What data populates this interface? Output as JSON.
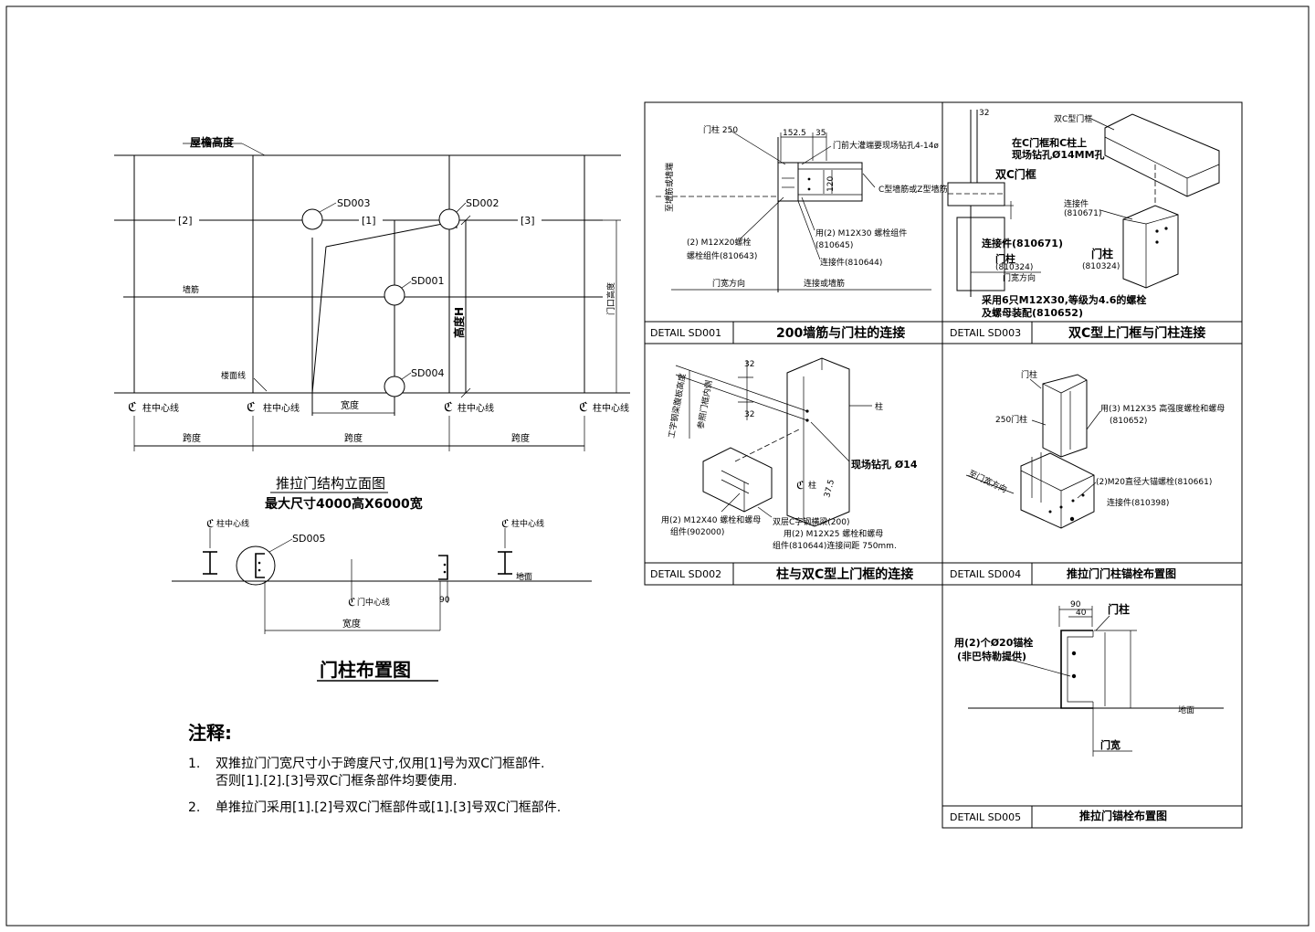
{
  "elevation": {
    "eave_height": "屋檐高度",
    "grid_labels": [
      "[2]",
      "[1]",
      "[3]"
    ],
    "details_ref": [
      "SD003",
      "SD002",
      "SD001",
      "SD004",
      "SD005"
    ],
    "girt": "墙筋",
    "floor_line": "楼面线",
    "height_h": "高度H",
    "side_height": "门口高度",
    "column_centerline": "柱中心线",
    "width": "宽度",
    "span": "跨度",
    "title": "推拉门结构立面图",
    "subtitle": "最大尺寸4000高X6000宽"
  },
  "plan": {
    "column_centerline": "柱中心线",
    "door_centerline": "门中心线",
    "width": "宽度",
    "dim_90": "90",
    "floor": "地面",
    "title": "门柱布置图"
  },
  "notes": {
    "heading": "注释:",
    "items": [
      {
        "num": "1.",
        "line1": "双推拉门门宽尺寸小于跨度尺寸,仅用[1]号为双C门框部件.",
        "line2": "否则[1].[2].[3]号双C门框条部件均要使用."
      },
      {
        "num": "2.",
        "line1": "单推拉门采用[1].[2]号双C门框部件或[1].[3]号双C门框部件.",
        "line2": ""
      }
    ]
  },
  "details": {
    "sd001": {
      "tag": "DETAIL SD001",
      "title": "200墙筋与门柱的连接",
      "post": "门柱 250",
      "dim_a": "152.5",
      "dim_b": "35",
      "hole": "门前大灌端要现场钻孔4-14ø",
      "girt_type": "C型墙筋或Z型墙筋",
      "bolt_a": "(2) M12X20螺栓",
      "bolt_a2": "螺栓组件(810643)",
      "bolt_b": "用(2) M12X30 螺栓组件",
      "bolt_b_code": "(810645)",
      "connector": "连接件(810644)",
      "door_dir": "门宽方向",
      "wall_dir": "连接或墙筋",
      "side_note": "至墙筋或墙端",
      "dim_120": "120"
    },
    "sd003": {
      "tag": "DETAIL SD003",
      "title": "双C型上门框与门柱连接",
      "dim_32": "32",
      "frame": "双C型门框",
      "drill": "在C门框和C柱上",
      "drill2": "现场钻孔Ø14MM孔",
      "frame2": "双C门框",
      "connector": "连接件",
      "connector_code": "(810671)",
      "connector2": "连接件(810671)",
      "post": "门柱",
      "post_code": "(810324)",
      "post2": "门柱",
      "post2_code": "(810324)",
      "door_dir": "门宽方向",
      "bolt": "采用6只M12X30,等级为4.6的螺栓",
      "bolt2": "及螺母装配(810652)"
    },
    "sd002": {
      "tag": "DETAIL SD002",
      "title": "柱与双C型上门框的连接",
      "dim_32a": "32",
      "dim_32b": "32",
      "column": "柱",
      "drill": "现场钻孔 Ø14",
      "dim_37": "37.5",
      "col_c": "柱",
      "side1": "工字钢梁腹板高度",
      "side2": "参照门框内侧",
      "bolt": "用(2) M12X40 螺栓和螺母",
      "bolt_code": "组件(902000)",
      "beam": "双层C字钢横梁(200)",
      "bolt2": "用(2) M12X25 螺栓和螺母",
      "bolt2_code": "组件(810644)连接间距 750mm."
    },
    "sd004": {
      "tag": "DETAIL SD004",
      "title": "推拉门门柱锚栓布置图",
      "door_post": "门柱",
      "post250": "250门柱",
      "bolt": "用(3) M12X35 高强度螺栓和螺母",
      "bolt_code": "(810652)",
      "anchor": "(2)M20直径大锚螺栓(810661)",
      "connector": "连接件(810398)",
      "side": "至门宽方向"
    },
    "sd005": {
      "tag": "DETAIL SD005",
      "title": "推拉门锚栓布置图",
      "door_post": "门柱",
      "anchor": "用(2)个Ø20锚栓",
      "anchor2": "(非巴特勒提供)",
      "door_width": "门宽",
      "dim_top": "90",
      "dim_top2": "40",
      "floor": "地面"
    }
  }
}
